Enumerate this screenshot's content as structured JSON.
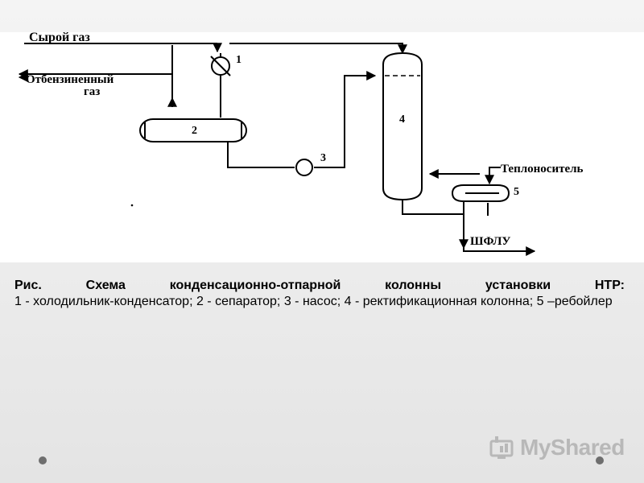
{
  "diagram": {
    "labels": {
      "raw_gas": "Сырой газ",
      "stripped_gas_1": "Отбензиненный",
      "stripped_gas_2": "газ",
      "heat_carrier": "Теплоноситель",
      "shflu": "ШФЛУ"
    },
    "numbers": {
      "n1": "1",
      "n2": "2",
      "n3": "3",
      "n4": "4",
      "n5": "5"
    }
  },
  "caption": {
    "title": "Рис. Схема конденсационно-отпарной колонны установки НТР:",
    "text": "1 - холодильник-конденсатор; 2 - сепаратор; 3 - насос; 4 - ректификационная колонна; 5 –ребойлер"
  },
  "logo": {
    "text": "MyShared"
  }
}
